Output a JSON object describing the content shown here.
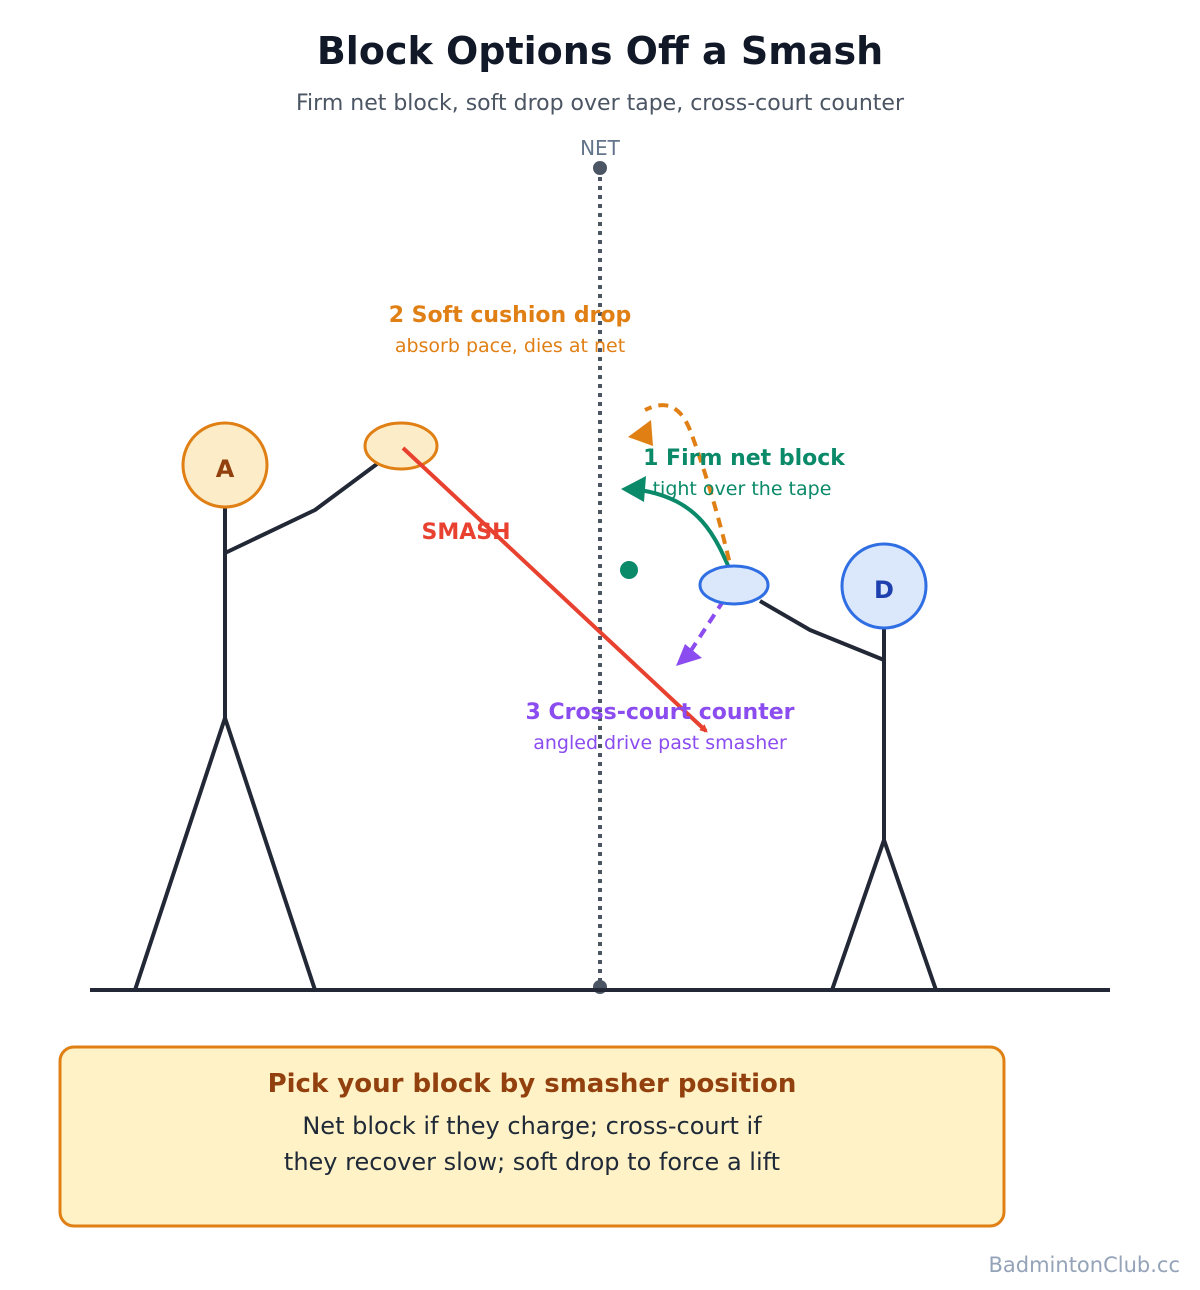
{
  "title": "Block Options Off a Smash",
  "subtitle": "Firm net block, soft drop over tape, cross-court counter",
  "net_label": "NET",
  "players": {
    "attacker": {
      "letter": "A",
      "fill": "#fdecc8",
      "stroke": "#e07f14",
      "text_color": "#92400e"
    },
    "defender": {
      "letter": "D",
      "fill": "#dbe8fb",
      "stroke": "#2f6ee3",
      "text_color": "#1e40af"
    }
  },
  "smash_label": "SMASH",
  "options": [
    {
      "title": "1 Firm net block",
      "sub": "tight over the tape",
      "color": "#0b8a6a"
    },
    {
      "title": "2 Soft cushion drop",
      "sub": "absorb pace, dies at net",
      "color": "#e07f14"
    },
    {
      "title": "3 Cross-court counter",
      "sub": "angled drive past smasher",
      "color": "#8b4cf0"
    }
  ],
  "colors": {
    "smash": "#e8412f",
    "ink": "#222836",
    "net": "#4b5563"
  },
  "callout": {
    "title": "Pick your block by smasher position",
    "line1": "Net block if they charge; cross-court if",
    "line2": "they recover slow; soft drop to force a lift"
  },
  "footer": "BadmintonClub.cc"
}
